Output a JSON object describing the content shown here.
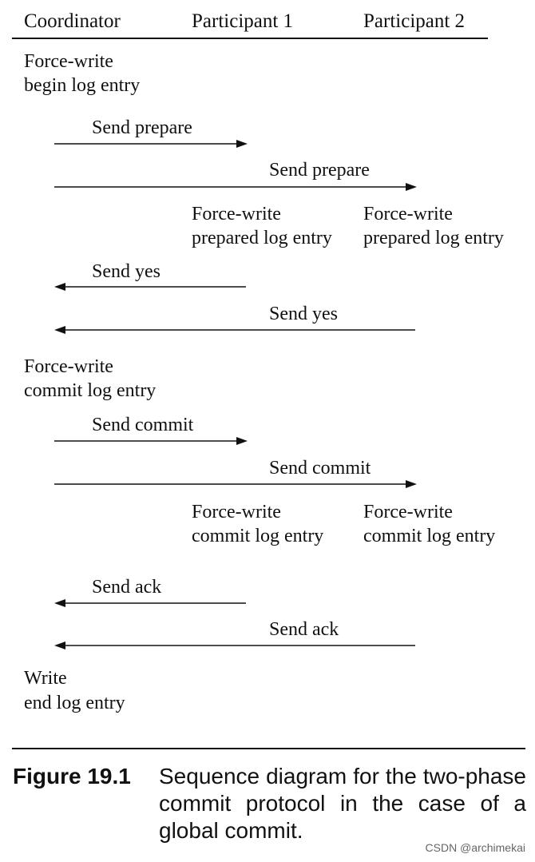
{
  "headers": {
    "coordinator": "Coordinator",
    "participant1": "Participant 1",
    "participant2": "Participant 2"
  },
  "steps": [
    {
      "type": "note",
      "lines": [
        "Force-write",
        "begin log entry"
      ]
    },
    {
      "type": "message",
      "label": "Send prepare",
      "from": "coordinator",
      "to": "participant1"
    },
    {
      "type": "message",
      "label": "Send prepare",
      "from": "coordinator",
      "to": "participant2"
    },
    {
      "type": "note",
      "lines": [
        "Force-write",
        "prepared log entry"
      ]
    },
    {
      "type": "note",
      "lines": [
        "Force-write",
        "prepared log entry"
      ]
    },
    {
      "type": "message",
      "label": "Send yes",
      "from": "participant1",
      "to": "coordinator"
    },
    {
      "type": "message",
      "label": "Send yes",
      "from": "participant2",
      "to": "coordinator"
    },
    {
      "type": "note",
      "lines": [
        "Force-write",
        "commit log entry"
      ]
    },
    {
      "type": "message",
      "label": "Send commit",
      "from": "coordinator",
      "to": "participant1"
    },
    {
      "type": "message",
      "label": "Send commit",
      "from": "coordinator",
      "to": "participant2"
    },
    {
      "type": "note",
      "lines": [
        "Force-write",
        "commit log entry"
      ]
    },
    {
      "type": "note",
      "lines": [
        "Force-write",
        "commit log entry"
      ]
    },
    {
      "type": "message",
      "label": "Send ack",
      "from": "participant1",
      "to": "coordinator"
    },
    {
      "type": "message",
      "label": "Send ack",
      "from": "participant2",
      "to": "coordinator"
    },
    {
      "type": "note",
      "lines": [
        "Write",
        "end log entry"
      ]
    }
  ],
  "caption": {
    "figure_number": "Figure 19.1",
    "text": "Sequence diagram for the two-phase commit protocol in the case of a global commit."
  },
  "watermark": "CSDN @archimekai"
}
